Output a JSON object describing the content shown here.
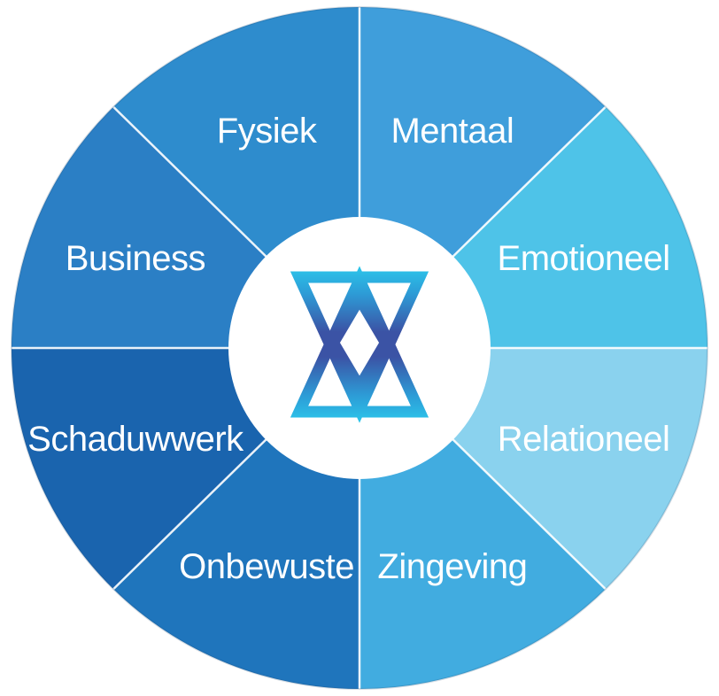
{
  "wheel": {
    "description": "Eight-segment coaching wheel with central brand logo",
    "text_color": "#ffffff",
    "divider_color": "#ffffff",
    "center_color": "#ffffff",
    "segments": [
      {
        "label": "Mentaal",
        "color": "#3f9edb",
        "start_angle": 0,
        "end_angle": 45
      },
      {
        "label": "Emotioneel",
        "color": "#4ec3e8",
        "start_angle": 45,
        "end_angle": 90
      },
      {
        "label": "Relationeel",
        "color": "#8ad2ee",
        "start_angle": 90,
        "end_angle": 135
      },
      {
        "label": "Zingeving",
        "color": "#41ace0",
        "start_angle": 135,
        "end_angle": 180
      },
      {
        "label": "Onbewuste",
        "color": "#1f75bc",
        "start_angle": 180,
        "end_angle": 225
      },
      {
        "label": "Schaduwwerk",
        "color": "#1a64ae",
        "start_angle": 225,
        "end_angle": 270
      },
      {
        "label": "Business",
        "color": "#2b7fc5",
        "start_angle": 270,
        "end_angle": 315
      },
      {
        "label": "Fysiek",
        "color": "#2e8ccd",
        "start_angle": 315,
        "end_angle": 360
      }
    ]
  },
  "logo": {
    "name": "hourglass-diamond-logo",
    "gradient_top": "#2bc7eb",
    "gradient_mid_upper": "#2d9bd6",
    "gradient_center": "#3b53a5",
    "gradient_bottom": "#2bc7eb"
  }
}
